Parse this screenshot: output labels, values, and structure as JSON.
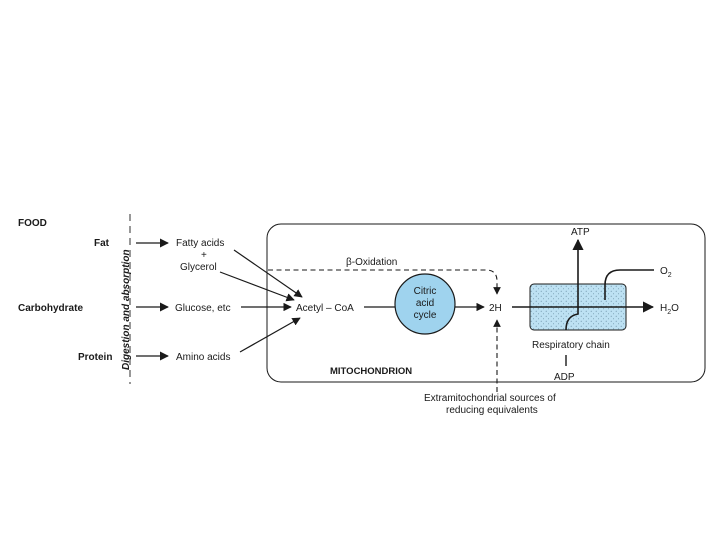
{
  "food": {
    "heading": "FOOD",
    "fat": "Fat",
    "carbohydrate": "Carbohydrate",
    "protein": "Protein"
  },
  "digestion_label": "Digestion and absorption",
  "intermediates": {
    "fatty_acids": "Fatty acids",
    "plus": "+",
    "glycerol": "Glycerol",
    "glucose": "Glucose, etc",
    "amino_acids": "Amino acids"
  },
  "mitochondrion": {
    "label": "MITOCHONDRION",
    "acetyl_coa": "Acetyl – CoA",
    "beta_oxidation": "β-Oxidation",
    "citric_cycle": [
      "Citric",
      "acid",
      "cycle"
    ],
    "two_h": "2H",
    "atp": "ATP",
    "o2_main": "O",
    "o2_sub": "2",
    "h2o_h": "H",
    "h2o_sub": "2",
    "h2o_o": "O",
    "respiratory_chain": "Respiratory chain",
    "adp": "ADP"
  },
  "extramitochondrial": [
    "Extramitochondrial sources of",
    "reducing equivalents"
  ],
  "colors": {
    "cycle_fill": "#9fd3ee",
    "chain_fill": "#bde1f3",
    "stroke": "#1a1a1a"
  }
}
